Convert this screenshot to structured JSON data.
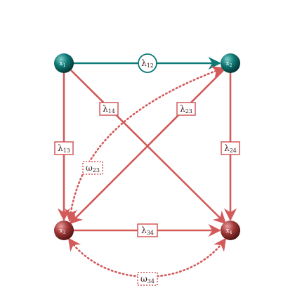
{
  "colors": {
    "teal": "#0e7a78",
    "red": "#d25a5a",
    "node_teal_light": "#4fb3ae",
    "node_teal_dark": "#063a39",
    "node_red_light": "#e08a8a",
    "node_red_dark": "#5a1414"
  },
  "nodes": {
    "x1": {
      "base": "x",
      "sub": "1"
    },
    "x2": {
      "base": "x",
      "sub": "2"
    },
    "x3": {
      "base": "x",
      "sub": "3"
    },
    "x4": {
      "base": "x",
      "sub": "4"
    }
  },
  "edges": {
    "lambda12": {
      "base": "λ",
      "sub": "12"
    },
    "lambda13": {
      "base": "λ",
      "sub": "13"
    },
    "lambda14": {
      "base": "λ",
      "sub": "14"
    },
    "lambda23": {
      "base": "λ",
      "sub": "23"
    },
    "lambda24": {
      "base": "λ",
      "sub": "24"
    },
    "lambda34": {
      "base": "λ",
      "sub": "34"
    },
    "omega23": {
      "base": "ω",
      "sub": "23"
    },
    "omega34": {
      "base": "ω",
      "sub": "34"
    }
  }
}
